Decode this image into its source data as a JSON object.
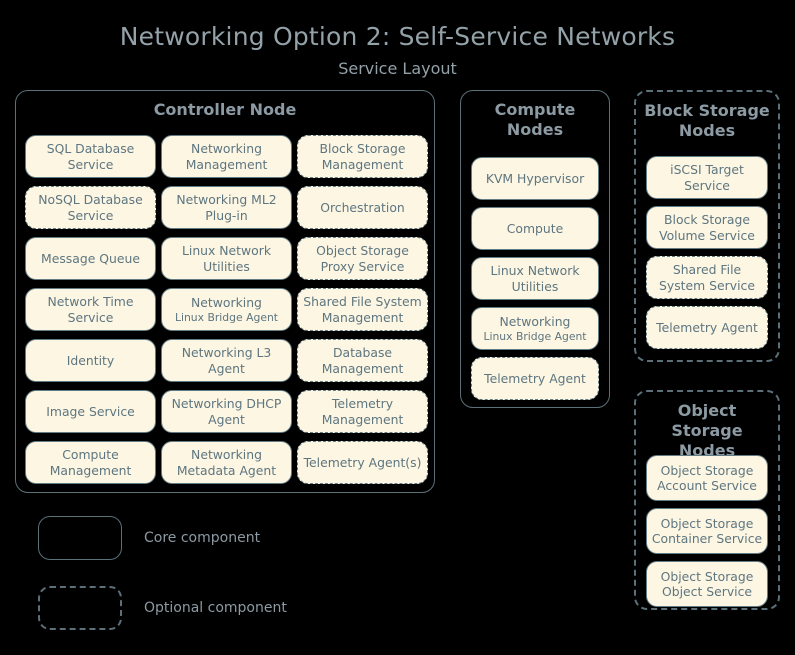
{
  "header": {
    "title": "Networking Option 2: Self-Service Networks",
    "subtitle": "Service Layout"
  },
  "colors": {
    "background": "#000000",
    "chip_fill": "#fdf6e3",
    "chip_border": "#627c86",
    "text": "#5d7680",
    "heading": "#8c9aa3"
  },
  "nodes": {
    "controller": {
      "title": "Controller Node",
      "style": "core",
      "components": [
        {
          "label": "SQL Database Service",
          "style": "core"
        },
        {
          "label": "Networking Management",
          "style": "core"
        },
        {
          "label": "Block Storage Management",
          "style": "optional"
        },
        {
          "label": "NoSQL Database Service",
          "style": "optional"
        },
        {
          "label": "Networking ML2 Plug-in",
          "style": "core"
        },
        {
          "label": "Orchestration",
          "style": "optional"
        },
        {
          "label": "Message Queue",
          "style": "core"
        },
        {
          "label": "Linux Network Utilities",
          "style": "core"
        },
        {
          "label": "Object Storage Proxy Service",
          "style": "optional"
        },
        {
          "label": "Network Time Service",
          "style": "core"
        },
        {
          "label": "Networking",
          "sublabel": "Linux Bridge Agent",
          "style": "core"
        },
        {
          "label": "Shared File System Management",
          "style": "optional"
        },
        {
          "label": "Identity",
          "style": "core"
        },
        {
          "label": "Networking L3 Agent",
          "style": "core"
        },
        {
          "label": "Database Management",
          "style": "optional"
        },
        {
          "label": "Image Service",
          "style": "core"
        },
        {
          "label": "Networking DHCP Agent",
          "style": "core"
        },
        {
          "label": "Telemetry Management",
          "style": "optional"
        },
        {
          "label": "Compute Management",
          "style": "core"
        },
        {
          "label": "Networking Metadata Agent",
          "style": "core"
        },
        {
          "label": "Telemetry Agent(s)",
          "style": "optional"
        }
      ]
    },
    "compute": {
      "title": "Compute Nodes",
      "style": "core",
      "components": [
        {
          "label": "KVM Hypervisor",
          "style": "core"
        },
        {
          "label": "Compute",
          "style": "core"
        },
        {
          "label": "Linux Network Utilities",
          "style": "core"
        },
        {
          "label": "Networking",
          "sublabel": "Linux Bridge Agent",
          "style": "core"
        },
        {
          "label": "Telemetry Agent",
          "style": "optional"
        }
      ]
    },
    "block_storage": {
      "title": "Block Storage Nodes",
      "style": "optional",
      "components": [
        {
          "label": "iSCSI Target Service",
          "style": "core"
        },
        {
          "label": "Block Storage Volume Service",
          "style": "core"
        },
        {
          "label": "Shared File System Service",
          "style": "optional"
        },
        {
          "label": "Telemetry Agent",
          "style": "optional"
        }
      ]
    },
    "object_storage": {
      "title": "Object Storage Nodes",
      "style": "optional",
      "components": [
        {
          "label": "Object Storage Account Service",
          "style": "core"
        },
        {
          "label": "Object Storage Container Service",
          "style": "core"
        },
        {
          "label": "Object Storage Object Service",
          "style": "core"
        }
      ]
    }
  },
  "legend": {
    "items": [
      {
        "label": "Core component",
        "style": "core"
      },
      {
        "label": "Optional component",
        "style": "optional"
      }
    ]
  }
}
